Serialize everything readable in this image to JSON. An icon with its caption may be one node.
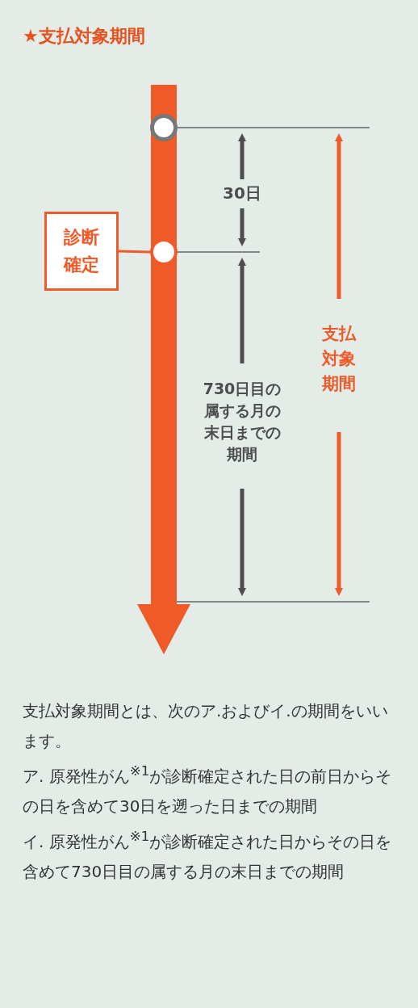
{
  "diagram": {
    "title": "★支払対象期間",
    "nodes": [
      {
        "text": [
          "診断確定"
        ]
      },
      {
        "text": [],
        "shape": "circle"
      },
      {
        "text": [],
        "shape": "circle"
      }
    ],
    "edges": [
      {
        "from": 0,
        "to": 2,
        "arrow": "none"
      }
    ],
    "labels": [
      "30日",
      "730日目の属する月の末日までの期間",
      "支払対象期間",
      "支払対象期間とは、次のア.およびイ.の期間をいいます。",
      "ア. 原発性がん$^{※1}$が診断確定された日の前日からその日を含めて30日を遡った日までの期間",
      "イ. 原発性がん$^{※1}$が診断確定された日からその日を含めて730日目の属する月の末日までの期間"
    ]
  }
}
